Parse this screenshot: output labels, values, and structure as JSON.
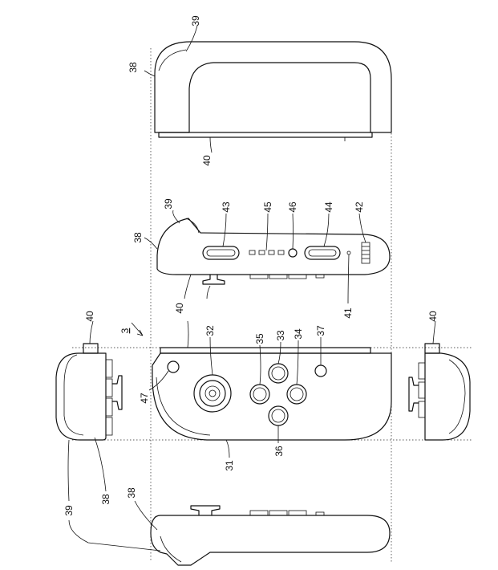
{
  "figure": {
    "assembly_ref": "3",
    "labels": {
      "l31": "31",
      "l32": "32",
      "l33": "33",
      "l34": "34",
      "l35": "35",
      "l36": "36",
      "l37": "37",
      "l38": "38",
      "l39": "39",
      "l40": "40",
      "l41": "41",
      "l42": "42",
      "l43": "43",
      "l44": "44",
      "l45": "45",
      "l46": "46",
      "l47": "47"
    }
  }
}
